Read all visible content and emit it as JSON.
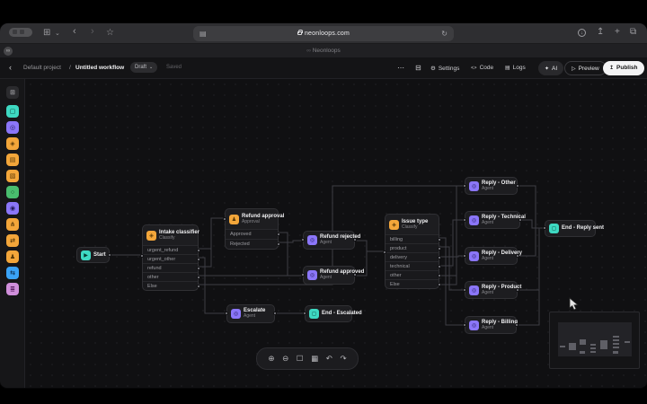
{
  "browser": {
    "url": "neonloops.com",
    "tab_title": "Neonloops"
  },
  "icons": {
    "sidebar_toggle": "⊞",
    "chevron_down": "⌄",
    "back": "‹",
    "forward": "›",
    "star": "☆",
    "page": "▤",
    "reload": "↻",
    "download_arrow": "↓",
    "share": "↥",
    "new_tab": "+",
    "tabs_overview": "⧉",
    "neonloops_mark": "∞",
    "more": "⋯",
    "panel": "⊟",
    "gear": "⚙",
    "code": "<>",
    "logs": "▤",
    "sparkle": "✦",
    "play_outline": "▷",
    "upload": "↥",
    "zoom_in": "⊕",
    "zoom_out": "⊖",
    "fit_view": "☐",
    "grid": "▦",
    "undo": "↶",
    "redo": "↷",
    "play": "▶",
    "classify": "◈",
    "approval": "♟",
    "agent": "◎",
    "end": "◻"
  },
  "appbar": {
    "back": "‹",
    "breadcrumb_project": "Default project",
    "breadcrumb_sep": "/",
    "workflow_name": "Untitled workflow",
    "draft": "Draft",
    "saved": "Saved",
    "settings": "Settings",
    "code": "Code",
    "logs": "Logs",
    "ai": "AI",
    "preview": "Preview",
    "publish": "Publish"
  },
  "sidebar": {
    "library_icons": [
      {
        "name": "start-node",
        "glyph": "▢"
      },
      {
        "name": "webhook-node",
        "glyph": "◎"
      },
      {
        "name": "classifier-node",
        "glyph": "◈"
      },
      {
        "name": "document-node",
        "glyph": "▤"
      },
      {
        "name": "template-node",
        "glyph": "▧"
      },
      {
        "name": "status-node",
        "glyph": "○"
      },
      {
        "name": "target-node",
        "glyph": "◉"
      },
      {
        "name": "branch-node",
        "glyph": "⋔"
      },
      {
        "name": "loop-node",
        "glyph": "⇄"
      },
      {
        "name": "human-approval-node",
        "glyph": "♟"
      },
      {
        "name": "shuffle-node",
        "glyph": "⇆"
      },
      {
        "name": "data-node",
        "glyph": "≣"
      }
    ]
  },
  "nodes": {
    "start": {
      "title": "Start"
    },
    "intake": {
      "title": "Intake classifier",
      "subtitle": "Classify",
      "rows": [
        "urgent_refund",
        "urgent_other",
        "refund",
        "other",
        "Else"
      ]
    },
    "refund_approval": {
      "title": "Refund approval",
      "subtitle": "Approval",
      "rows": [
        "Approved",
        "Rejected"
      ]
    },
    "refund_rejected": {
      "title": "Refund rejected",
      "subtitle": "Agent"
    },
    "refund_approved": {
      "title": "Refund approved",
      "subtitle": "Agent"
    },
    "escalate": {
      "title": "Escalate",
      "subtitle": "Agent"
    },
    "end_escalated": {
      "title": "End - Escalated"
    },
    "issue_type": {
      "title": "Issue type",
      "subtitle": "Classify",
      "rows": [
        "billing",
        "product",
        "delivery",
        "technical",
        "other",
        "Else"
      ]
    },
    "reply_other": {
      "title": "Reply - Other",
      "subtitle": "Agent"
    },
    "reply_technical": {
      "title": "Reply - Technical",
      "subtitle": "Agent"
    },
    "reply_delivery": {
      "title": "Reply - Delivery",
      "subtitle": "Agent"
    },
    "reply_product": {
      "title": "Reply - Product",
      "subtitle": "Agent"
    },
    "reply_billing": {
      "title": "Reply - Billing",
      "subtitle": "Agent"
    },
    "end_reply_sent": {
      "title": "End - Reply sent"
    }
  },
  "colors": {
    "amber": "#f3a63a",
    "indigo": "#8b76f9",
    "teal": "#3ed9c2",
    "blue": "#3aa3f7",
    "pink": "#d08fdb",
    "green": "#49bd6e",
    "canvas_bg": "#101012",
    "node_bg": "#1d1d20",
    "publish_bg": "#f3f3f4"
  }
}
